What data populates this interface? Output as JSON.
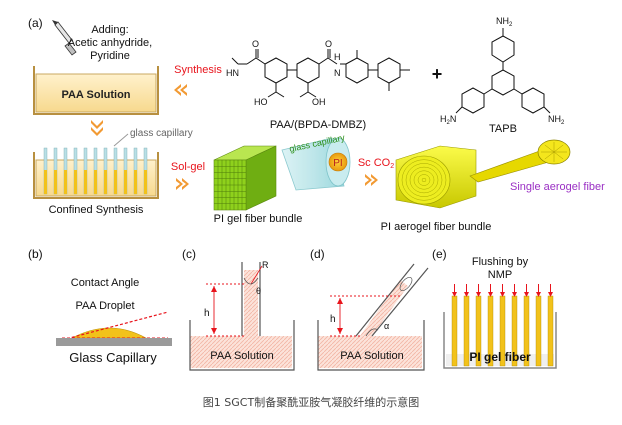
{
  "panel_a": {
    "label": "(a)",
    "adding": [
      "Adding:",
      "Acetic anhydride,",
      "Pyridine"
    ],
    "paa_solution": "PAA Solution",
    "synthesis": "Synthesis",
    "paa_name": "PAA/(BPDA-DMBZ)",
    "plus": "+",
    "tapb": "TAPB",
    "nh2": "NH",
    "sub2": "2",
    "h2n": "H",
    "h2n_rest": "N",
    "glass_capillary": "glass capillary",
    "sol_gel": "Sol-gel",
    "confined_synthesis": "Confined Synthesis",
    "glass_capillary_small": "glass capillary",
    "pi": "PI",
    "pi_gel_bundle": "PI gel fiber bundle",
    "sc_co2": "Sc CO",
    "single_aerogel": "Single aerogel fiber",
    "pi_aerogel_bundle": "PI aerogel fiber bundle",
    "ho": "HO",
    "oh": "OH",
    "hn": "HN",
    "o": "O",
    "n": "N",
    "h": "H"
  },
  "panel_b": {
    "label": "(b)",
    "contact_angle": "Contact Angle",
    "paa_droplet": "PAA Droplet",
    "glass_capillary": "Glass Capillary"
  },
  "panel_c": {
    "label": "(c)",
    "paa_solution": "PAA Solution",
    "h": "h",
    "r": "R",
    "theta": "θ"
  },
  "panel_d": {
    "label": "(d)",
    "paa_solution": "PAA Solution",
    "h": "h",
    "alpha": "α"
  },
  "panel_e": {
    "label": "(e)",
    "flushing": [
      "Flushing by",
      "NMP"
    ],
    "pi_gel_fiber": "PI gel fiber"
  },
  "caption": "图1 SGCT制备聚酰亚胺气凝胶纤维的示意图",
  "colors": {
    "solution": "#fde9bc",
    "solution_border": "#c8a860",
    "red_text": "#e8141c",
    "fiber_green": "#8fd11c",
    "fiber_yellow": "#e6e600",
    "capillary": "#f2c21a",
    "purple_text": "#9a2fc4",
    "arrow_orange": "#f29a33"
  }
}
